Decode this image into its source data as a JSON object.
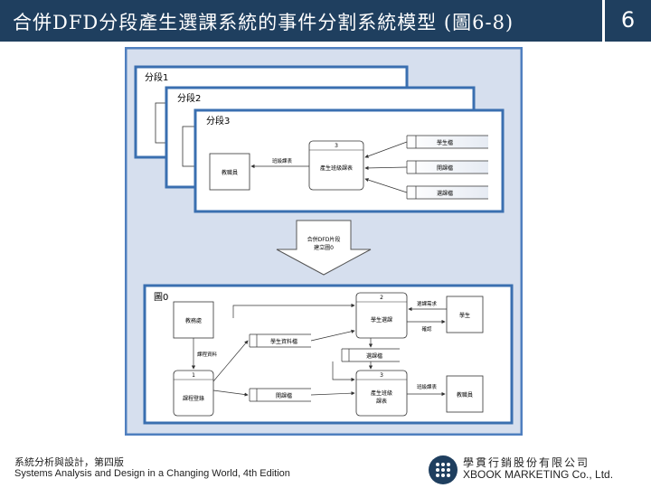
{
  "title": "合併DFD分段產生選課系統的事件分割系統模型 (圖6-8)",
  "page_number": "6",
  "diagram": {
    "fragment1": "分段1",
    "fragment2": "分段2",
    "fragment3": "分段3",
    "f3_process_num": "3",
    "f3_process_label": "產生班級課表",
    "f3_entity": "教職員",
    "f3_flow": "班級課表",
    "f3_store1": "學生檔",
    "f3_store2": "開課檔",
    "f3_store3": "選課檔",
    "merge_arrow_line1": "合併DFD片段",
    "merge_arrow_line2": "建立圖0",
    "diagram0_title": "圖0",
    "p2_num": "2",
    "p2_label": "學生選課",
    "p1_num": "1",
    "p1_label": "課程登錄",
    "p3_num": "3",
    "p3_line1": "產生班級",
    "p3_line2": "課表",
    "entity_admin": "教務處",
    "entity_student": "學生",
    "entity_faculty": "教職員",
    "store_student": "學生資料檔",
    "store_enroll": "選課檔",
    "store_course": "開課檔",
    "flow_request": "選課需求",
    "flow_confirm": "確認",
    "flow_course_info": "課程資料",
    "flow_class_list": "班級課表"
  },
  "footer": {
    "left_line1": "系統分析與設計，第四版",
    "left_line2": "Systems Analysis and Design in a Changing World, 4th Edition",
    "right_line1": "學貫行銷股份有限公司",
    "right_line2": "XBOOK MARKETING Co., Ltd."
  },
  "colors": {
    "title_bar": "#1f3f5f",
    "diagram_bg": "#d6dfee",
    "diagram_border": "#4f7fbf",
    "frame_stroke": "#3a6fb0"
  }
}
